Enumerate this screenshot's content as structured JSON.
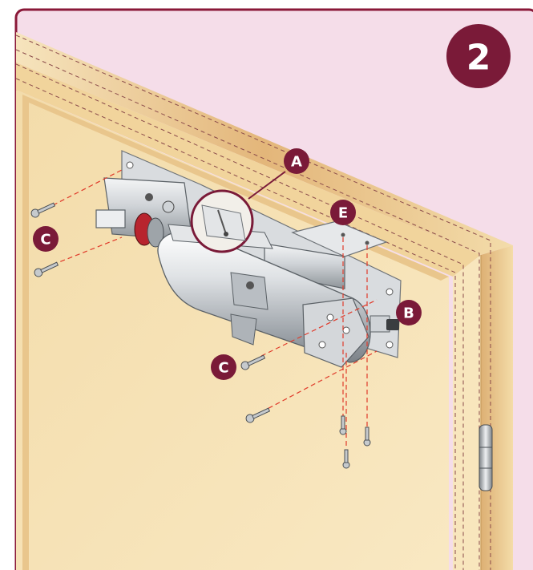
{
  "step": {
    "number": "2"
  },
  "callouts": {
    "a": "A",
    "b": "B",
    "c1": "C",
    "c2": "C",
    "e": "E"
  },
  "colors": {
    "frame_border": "#8a1838",
    "wall": "#f5dde9",
    "wood_light": "#f6e1b0",
    "wood_dark": "#d9a868",
    "badge": "#7a1a38",
    "guide_line": "#e03a2a",
    "metal": "#cfd2d6"
  },
  "icons": [
    "door-closer-body-icon",
    "mounting-plate-icon",
    "hinge-icon",
    "screw-icon",
    "magnifier-circle-icon"
  ]
}
